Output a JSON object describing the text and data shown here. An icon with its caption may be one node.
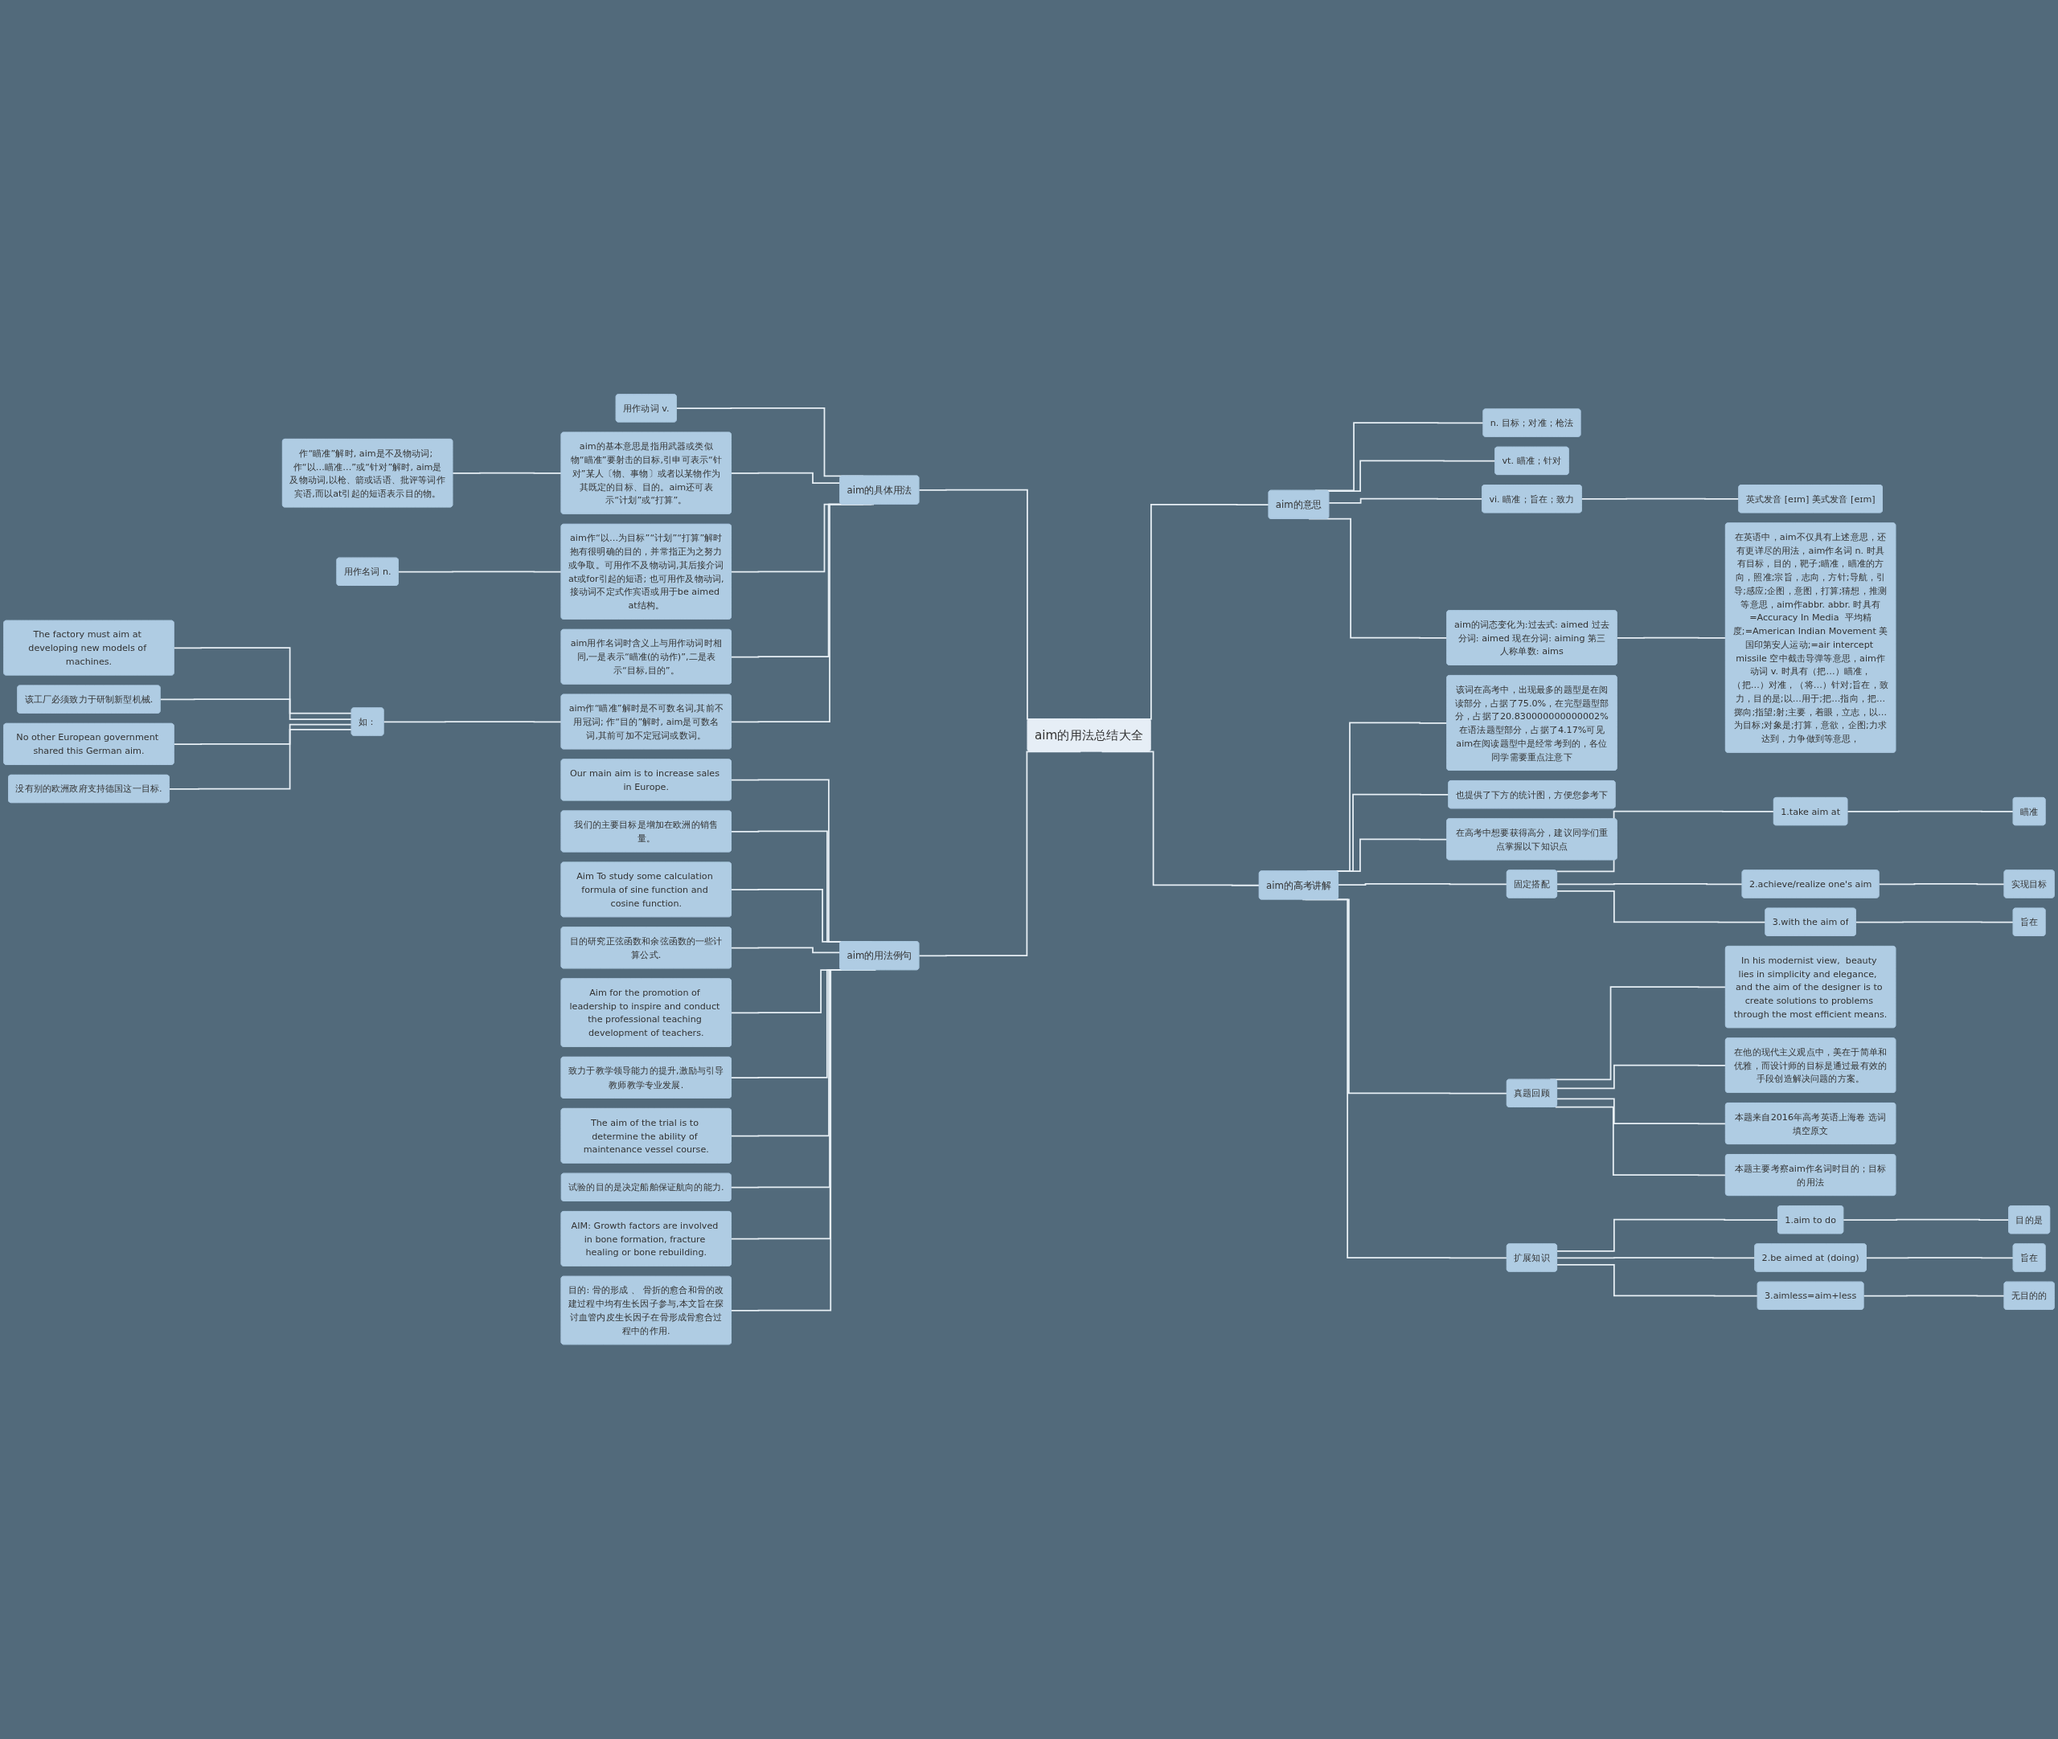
{
  "diagram": {
    "nodes": [
      {
        "text": [
          "aim的用法总结大全"
        ]
      },
      {
        "text": [
          "aim的具体用法"
        ]
      },
      {
        "text": [
          "用作动词 v."
        ]
      },
      {
        "text": [
          "aim的基本意思是指用武器或类似物“瞄准”要射击的目标,引申可表示“针对”某人〔物、事物〕或者以某物作为其既定的目标、目的。aim还可表示“计划”或“打算”。"
        ]
      },
      {
        "text": [
          "作“瞄准”解时, aim是不及物动词; 作“以…瞄准…”或“针对”解时, aim是及物动词,以枪、箭或话语、批评等词作宾语,而以at引起的短语表示目的物。"
        ]
      },
      {
        "text": [
          "aim作“以…为目标”“计划”“打算”解时抱有很明确的目的，并常指正为之努力或争取。可用作不及物动词,其后接介词at或for引起的短语; 也可用作及物动词,接动词不定式作宾语或用于be aimed at结构。"
        ]
      },
      {
        "text": [
          "用作名词 n."
        ]
      },
      {
        "text": [
          "aim用作名词时含义上与用作动词时相同,一是表示“瞄准(的动作)”,二是表示“目标,目的”。"
        ]
      },
      {
        "text": [
          "aim作“瞄准”解时是不可数名词,其前不用冠词; 作“目的”解时, aim是可数名词,其前可加不定冠词或数词。"
        ]
      },
      {
        "text": [
          "如："
        ]
      },
      {
        "text": [
          "The factory must aim at developing new models of machines."
        ]
      },
      {
        "text": [
          "该工厂必须致力于研制新型机械."
        ]
      },
      {
        "text": [
          "No other European government shared this German aim."
        ]
      },
      {
        "text": [
          "没有别的欧洲政府支持德国这一目标."
        ]
      },
      {
        "text": [
          "aim的用法例句"
        ]
      },
      {
        "text": [
          "Our main aim is to increase sales in Europe."
        ]
      },
      {
        "text": [
          "我们的主要目标是增加在欧洲的销售量。"
        ]
      },
      {
        "text": [
          "Aim To study some calculation formula of sine function and cosine function."
        ]
      },
      {
        "text": [
          "目的研究正弦函数和余弦函数的一些计算公式."
        ]
      },
      {
        "text": [
          "Aim for the promotion of leadership to inspire and conduct the professional teaching development of teachers."
        ]
      },
      {
        "text": [
          "致力于教学领导能力的提升,激励与引导教师教学专业发展."
        ]
      },
      {
        "text": [
          "The aim of the trial is to determine the ability of maintenance vessel course."
        ]
      },
      {
        "text": [
          "试验的目的是决定船舶保证航向的能力."
        ]
      },
      {
        "text": [
          "AIM: Growth factors are involved in bone formation, fracture healing or bone rebuilding."
        ]
      },
      {
        "text": [
          "目的: 骨的形成 、 骨折的愈合和骨的改建过程中均有生长因子参与,本文旨在探讨血管内皮生长因子在骨形成骨愈合过程中的作用."
        ]
      },
      {
        "text": [
          "aim的意思"
        ]
      },
      {
        "text": [
          "n. 目标；对准；枪法"
        ]
      },
      {
        "text": [
          "vt. 瞄准；针对"
        ]
      },
      {
        "text": [
          "vi. 瞄准；旨在；致力"
        ]
      },
      {
        "text": [
          "英式发音 [eɪm] 美式发音 [eɪm]"
        ]
      },
      {
        "text": [
          "aim的词态变化为:过去式: aimed 过去分词: aimed 现在分词: aiming 第三人称单数: aims"
        ]
      },
      {
        "text": [
          "在英语中，aim不仅具有上述意思，还有更详尽的用法，aim作名词 n. 时具有目标，目的，靶子;瞄准，瞄准的方向，照准;宗旨，志向，方针;导航，引导;感应;企图，意图，打算;猜想，推测等意思，aim作abbr. abbr. 时具有=Accuracy In Media  平均精度;=American Indian Movement 美国印第安人运动;=air intercept missile 空中截击导弹等意思，aim作动词 v. 时具有（把…）瞄准，（把…）对准，（将…）针对;旨在，致力，目的是;以…用于;把…指向，把…掷向;指望;射;主要，着眼，立志，以…为目标;对象是;打算，意欲，企图;力求达到，力争做到等意思，"
        ]
      },
      {
        "text": [
          "aim的高考讲解"
        ]
      },
      {
        "text": [
          "该词在高考中，出现最多的题型是在阅读部分，占据了75.0%，在完型题型部分，占据了20.830000000000002%在语法题型部分，占据了4.17%可见aim在阅读题型中是经常考到的，各位同学需要重点注意下"
        ]
      },
      {
        "text": [
          "也提供了下方的统计图，方便您参考下"
        ]
      },
      {
        "text": [
          "在高考中想要获得高分，建议同学们重点掌握以下知识点"
        ]
      },
      {
        "text": [
          "固定搭配"
        ]
      },
      {
        "text": [
          "1.take aim at"
        ]
      },
      {
        "text": [
          "瞄准"
        ]
      },
      {
        "text": [
          "2.achieve/realize one's aim"
        ]
      },
      {
        "text": [
          "实现目标"
        ]
      },
      {
        "text": [
          "3.with the aim of"
        ]
      },
      {
        "text": [
          "旨在"
        ]
      },
      {
        "text": [
          "真题回顾"
        ]
      },
      {
        "text": [
          "In his modernist view,  beauty lies in simplicity and elegance,  and the aim of the designer is to create solutions to problems through the most efficient means."
        ]
      },
      {
        "text": [
          "在他的现代主义观点中，美在于简单和优雅，而设计师的目标是通过最有效的手段创造解决问题的方案。"
        ]
      },
      {
        "text": [
          "本题来自2016年高考英语上海卷 选词填空原文"
        ]
      },
      {
        "text": [
          "本题主要考察aim作名词时目的；目标的用法"
        ]
      },
      {
        "text": [
          "扩展知识"
        ]
      },
      {
        "text": [
          "1.aim to do"
        ]
      },
      {
        "text": [
          "目的是"
        ]
      },
      {
        "text": [
          "2.be aimed at (doing)"
        ]
      },
      {
        "text": [
          "旨在"
        ]
      },
      {
        "text": [
          "3.aimless=aim+less"
        ]
      },
      {
        "text": [
          "无目的的"
        ]
      }
    ],
    "edges": [
      {
        "from": 0,
        "to": 1,
        "arrow": "none"
      },
      {
        "from": 1,
        "to": 2,
        "arrow": "none"
      },
      {
        "from": 1,
        "to": 3,
        "arrow": "none"
      },
      {
        "from": 3,
        "to": 4,
        "arrow": "none"
      },
      {
        "from": 1,
        "to": 5,
        "arrow": "none"
      },
      {
        "from": 5,
        "to": 6,
        "arrow": "none"
      },
      {
        "from": 1,
        "to": 7,
        "arrow": "none"
      },
      {
        "from": 1,
        "to": 8,
        "arrow": "none"
      },
      {
        "from": 8,
        "to": 9,
        "arrow": "none"
      },
      {
        "from": 9,
        "to": 10,
        "arrow": "none"
      },
      {
        "from": 9,
        "to": 11,
        "arrow": "none"
      },
      {
        "from": 9,
        "to": 12,
        "arrow": "none"
      },
      {
        "from": 9,
        "to": 13,
        "arrow": "none"
      },
      {
        "from": 0,
        "to": 14,
        "arrow": "none"
      },
      {
        "from": 14,
        "to": 15,
        "arrow": "none"
      },
      {
        "from": 14,
        "to": 16,
        "arrow": "none"
      },
      {
        "from": 14,
        "to": 17,
        "arrow": "none"
      },
      {
        "from": 14,
        "to": 18,
        "arrow": "none"
      },
      {
        "from": 14,
        "to": 19,
        "arrow": "none"
      },
      {
        "from": 14,
        "to": 20,
        "arrow": "none"
      },
      {
        "from": 14,
        "to": 21,
        "arrow": "none"
      },
      {
        "from": 14,
        "to": 22,
        "arrow": "none"
      },
      {
        "from": 14,
        "to": 23,
        "arrow": "none"
      },
      {
        "from": 14,
        "to": 24,
        "arrow": "none"
      },
      {
        "from": 0,
        "to": 25,
        "arrow": "none"
      },
      {
        "from": 25,
        "to": 26,
        "arrow": "none"
      },
      {
        "from": 25,
        "to": 27,
        "arrow": "none"
      },
      {
        "from": 25,
        "to": 28,
        "arrow": "none"
      },
      {
        "from": 28,
        "to": 29,
        "arrow": "none"
      },
      {
        "from": 25,
        "to": 30,
        "arrow": "none"
      },
      {
        "from": 30,
        "to": 31,
        "arrow": "none"
      },
      {
        "from": 0,
        "to": 32,
        "arrow": "none"
      },
      {
        "from": 32,
        "to": 33,
        "arrow": "none"
      },
      {
        "from": 32,
        "to": 34,
        "arrow": "none"
      },
      {
        "from": 32,
        "to": 35,
        "arrow": "none"
      },
      {
        "from": 32,
        "to": 36,
        "arrow": "none"
      },
      {
        "from": 36,
        "to": 37,
        "arrow": "none"
      },
      {
        "from": 37,
        "to": 38,
        "arrow": "none"
      },
      {
        "from": 36,
        "to": 39,
        "arrow": "none"
      },
      {
        "from": 39,
        "to": 40,
        "arrow": "none"
      },
      {
        "from": 36,
        "to": 41,
        "arrow": "none"
      },
      {
        "from": 41,
        "to": 42,
        "arrow": "none"
      },
      {
        "from": 32,
        "to": 43,
        "arrow": "none"
      },
      {
        "from": 43,
        "to": 44,
        "arrow": "none"
      },
      {
        "from": 43,
        "to": 45,
        "arrow": "none"
      },
      {
        "from": 43,
        "to": 46,
        "arrow": "none"
      },
      {
        "from": 43,
        "to": 47,
        "arrow": "none"
      },
      {
        "from": 32,
        "to": 48,
        "arrow": "none"
      },
      {
        "from": 48,
        "to": 49,
        "arrow": "none"
      },
      {
        "from": 49,
        "to": 50,
        "arrow": "none"
      },
      {
        "from": 48,
        "to": 51,
        "arrow": "none"
      },
      {
        "from": 51,
        "to": 52,
        "arrow": "none"
      },
      {
        "from": 48,
        "to": 53,
        "arrow": "none"
      },
      {
        "from": 53,
        "to": 54,
        "arrow": "none"
      }
    ]
  }
}
